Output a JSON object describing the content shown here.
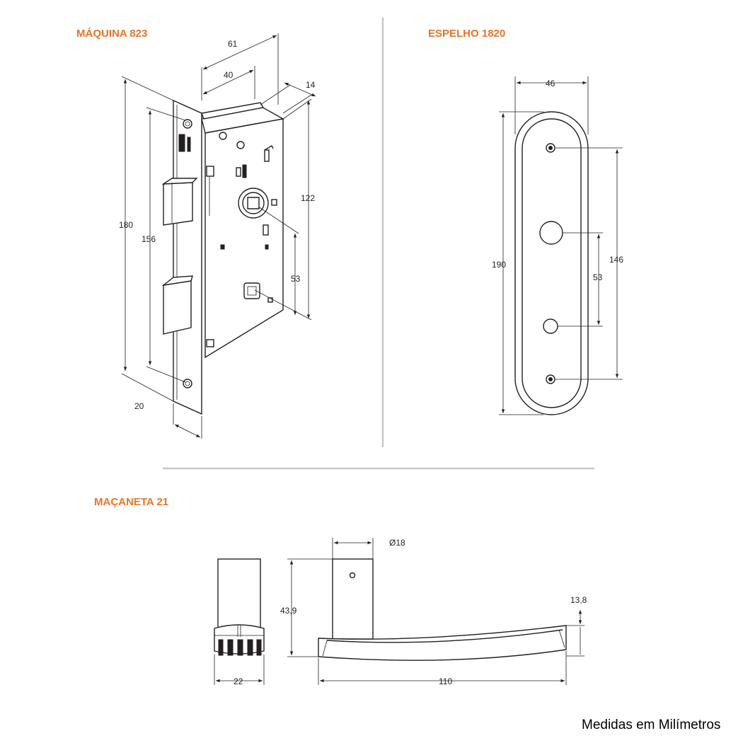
{
  "colors": {
    "accent": "#e8742a",
    "line": "#231f20",
    "separator": "#c8c8c8"
  },
  "sections": {
    "maquina": {
      "title": "MÁQUINA 823",
      "dims": {
        "d61": "61",
        "d40": "40",
        "d14": "14",
        "d180": "180",
        "d156": "156",
        "d122": "122",
        "d53": "53",
        "d20": "20"
      }
    },
    "espelho": {
      "title": "ESPELHO 1820",
      "dims": {
        "d46": "46",
        "d190": "190",
        "d146": "146",
        "d53": "53"
      }
    },
    "macaneta": {
      "title": "MAÇANETA 21",
      "dims": {
        "d18": "Ø18",
        "d439": "43,9",
        "d138": "13,8",
        "d22": "22",
        "d110": "110"
      }
    }
  },
  "footer": "Medidas em Milímetros"
}
